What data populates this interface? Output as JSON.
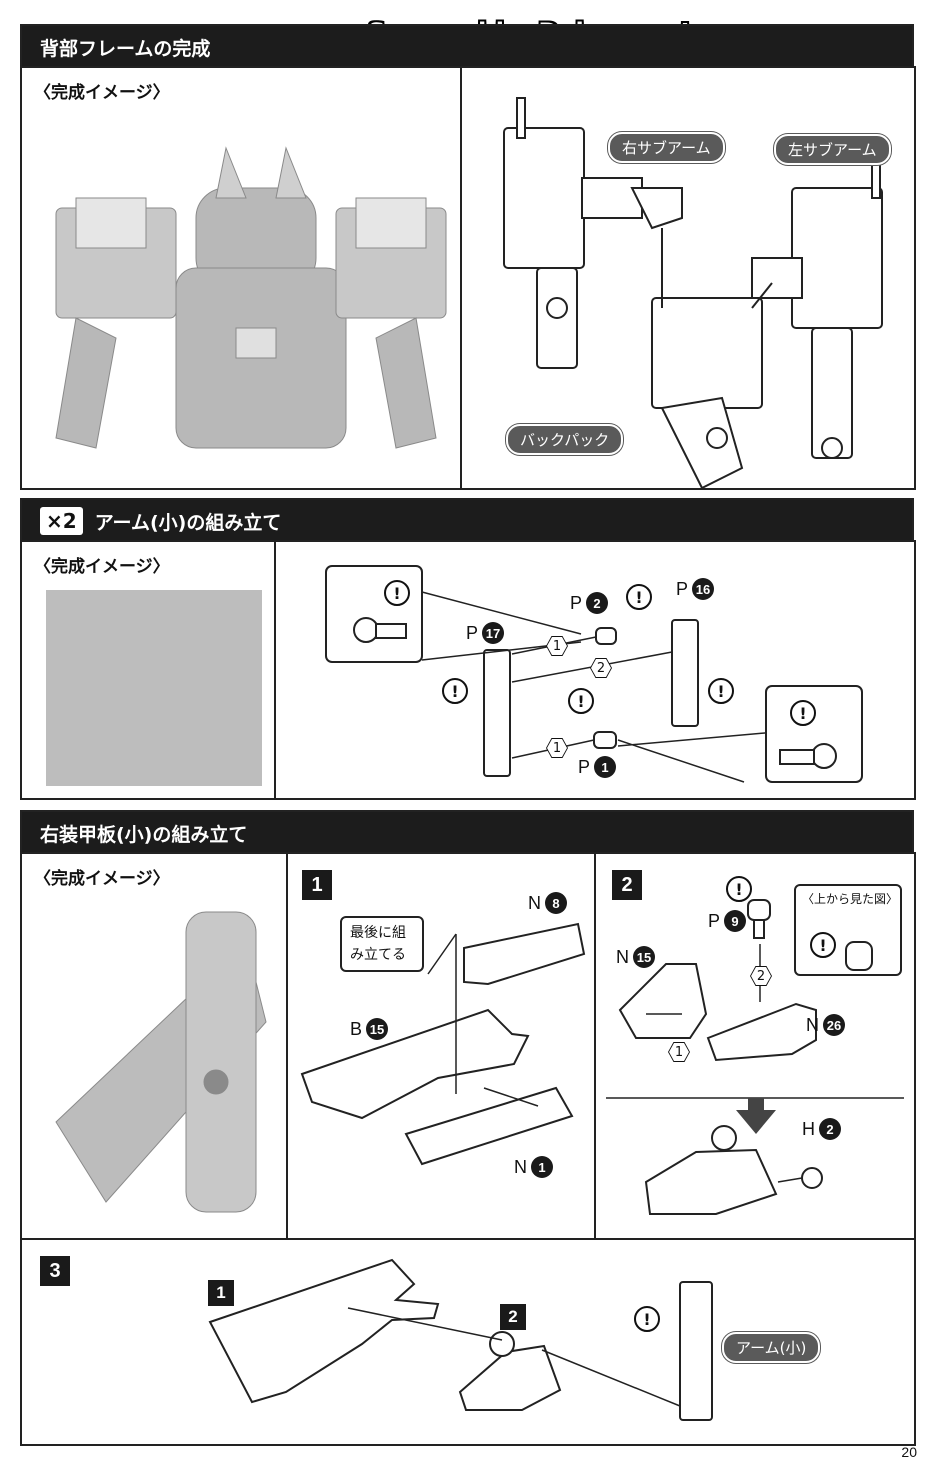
{
  "watermark": "Scanned by Dalong.net",
  "page_number": "20",
  "section1": {
    "title": "背部フレームの完成",
    "image_label": "〈完成イメージ〉",
    "labels": {
      "right_sub_arm": "右サブアーム",
      "left_sub_arm": "左サブアーム",
      "backpack": "バックパック"
    }
  },
  "section2": {
    "multiplier": "×2",
    "title": "アーム(小)の組み立て",
    "image_label": "〈完成イメージ〉",
    "parts": {
      "p2": {
        "prefix": "P",
        "num": "2"
      },
      "p16": {
        "prefix": "P",
        "num": "16"
      },
      "p17": {
        "prefix": "P",
        "num": "17"
      },
      "p1": {
        "prefix": "P",
        "num": "1"
      }
    },
    "steps": {
      "one_a": "1",
      "two": "2",
      "one_b": "1"
    },
    "warn": "!"
  },
  "section3": {
    "title": "右装甲板(小)の組み立て",
    "image_label": "〈完成イメージ〉",
    "step1": {
      "badge": "1",
      "note": "最後に組み立てる",
      "note_line1": "最後に組",
      "note_line2": "み立てる",
      "n8": {
        "prefix": "N",
        "num": "8"
      },
      "b15": {
        "prefix": "B",
        "num": "15"
      },
      "n1": {
        "prefix": "N",
        "num": "1"
      }
    },
    "step2": {
      "badge": "2",
      "top_view": "〈上から見た図〉",
      "p9": {
        "prefix": "P",
        "num": "9"
      },
      "n15": {
        "prefix": "N",
        "num": "15"
      },
      "n26": {
        "prefix": "N",
        "num": "26"
      },
      "h2": {
        "prefix": "H",
        "num": "2"
      },
      "hex1": "1",
      "hex2": "2"
    },
    "step3": {
      "badge": "3",
      "sub1": "1",
      "sub2": "2",
      "arm_small": "アーム(小)"
    }
  }
}
